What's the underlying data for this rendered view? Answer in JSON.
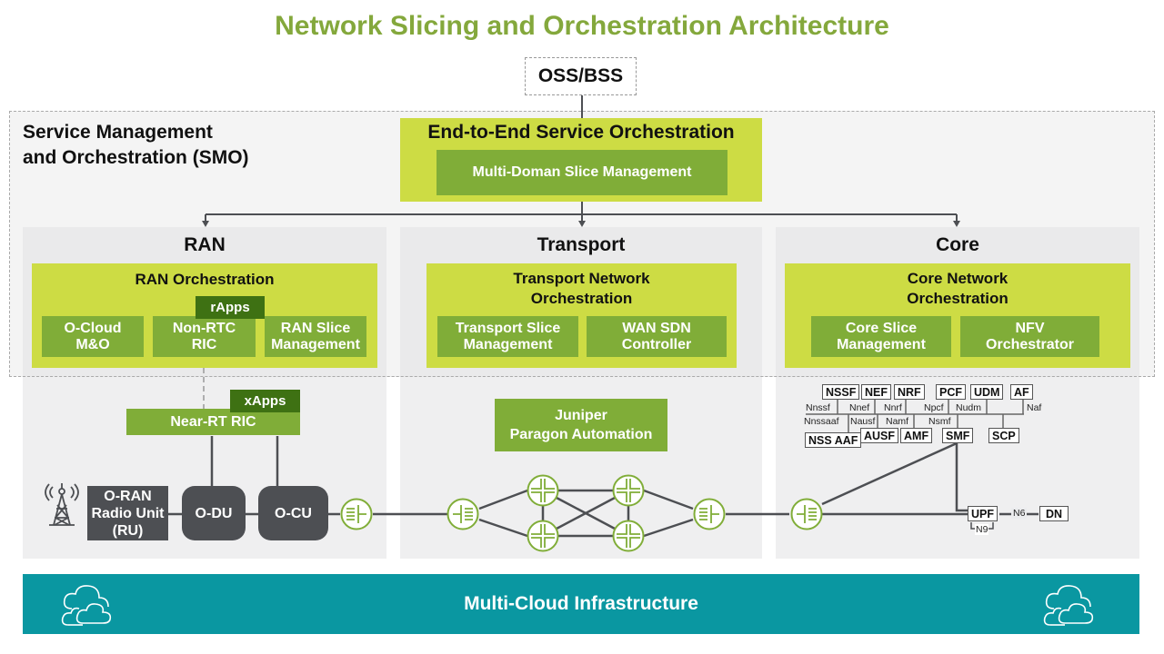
{
  "title": "Network Slicing and Orchestration Architecture",
  "oss_bss": "OSS/BSS",
  "smo": {
    "label_line1": "Service Management",
    "label_line2": "and Orchestration (SMO)",
    "e2e_title": "End-to-End Service Orchestration",
    "multi_domain": "Multi-Doman Slice Management"
  },
  "ran": {
    "title": "RAN",
    "orchestration": "RAN Orchestration",
    "rapps": "rApps",
    "ocloud": [
      "O-Cloud",
      "M&O"
    ],
    "nonrtric": [
      "Non-RTC",
      "RIC"
    ],
    "ran_slice": [
      "RAN Slice",
      "Management"
    ],
    "xapps": "xApps",
    "near_rt_ric": "Near-RT RIC",
    "ru": [
      "O-RAN",
      "Radio Unit",
      "(RU)"
    ],
    "odu": "O-DU",
    "ocu": "O-CU"
  },
  "transport": {
    "title": "Transport",
    "orchestration": [
      "Transport Network",
      "Orchestration"
    ],
    "slice_mgmt": [
      "Transport Slice",
      "Management"
    ],
    "wan_sdn": [
      "WAN SDN",
      "Controller"
    ],
    "paragon": [
      "Juniper",
      "Paragon Automation"
    ]
  },
  "core": {
    "title": "Core",
    "orchestration": [
      "Core Network",
      "Orchestration"
    ],
    "slice_mgmt": [
      "Core Slice",
      "Management"
    ],
    "nfvo": [
      "NFV",
      "Orchestrator"
    ],
    "nfs_top": [
      "NSSF",
      "NEF",
      "NRF",
      "PCF",
      "UDM",
      "AF"
    ],
    "nfs_bottom": [
      "NSS AAF",
      "AUSF",
      "AMF",
      "SMF",
      "SCP"
    ],
    "interfaces_top": [
      "Nnssf",
      "Nnef",
      "Nnrf",
      "Npcf",
      "Nudm",
      "Naf"
    ],
    "interfaces_bottom": [
      "Nnssaaf",
      "Nausf",
      "Namf",
      "Nsmf"
    ],
    "upf": "UPF",
    "n6": "N6",
    "n9": "N9",
    "dn": "DN"
  },
  "infrastructure": "Multi-Cloud Infrastructure",
  "colors": {
    "title_green": "#84a83c",
    "lime": "#cddc44",
    "mid_green": "#80ad38",
    "dark_green": "#3e7113",
    "dark_gray": "#4d4f53",
    "teal": "#0a97a1"
  }
}
